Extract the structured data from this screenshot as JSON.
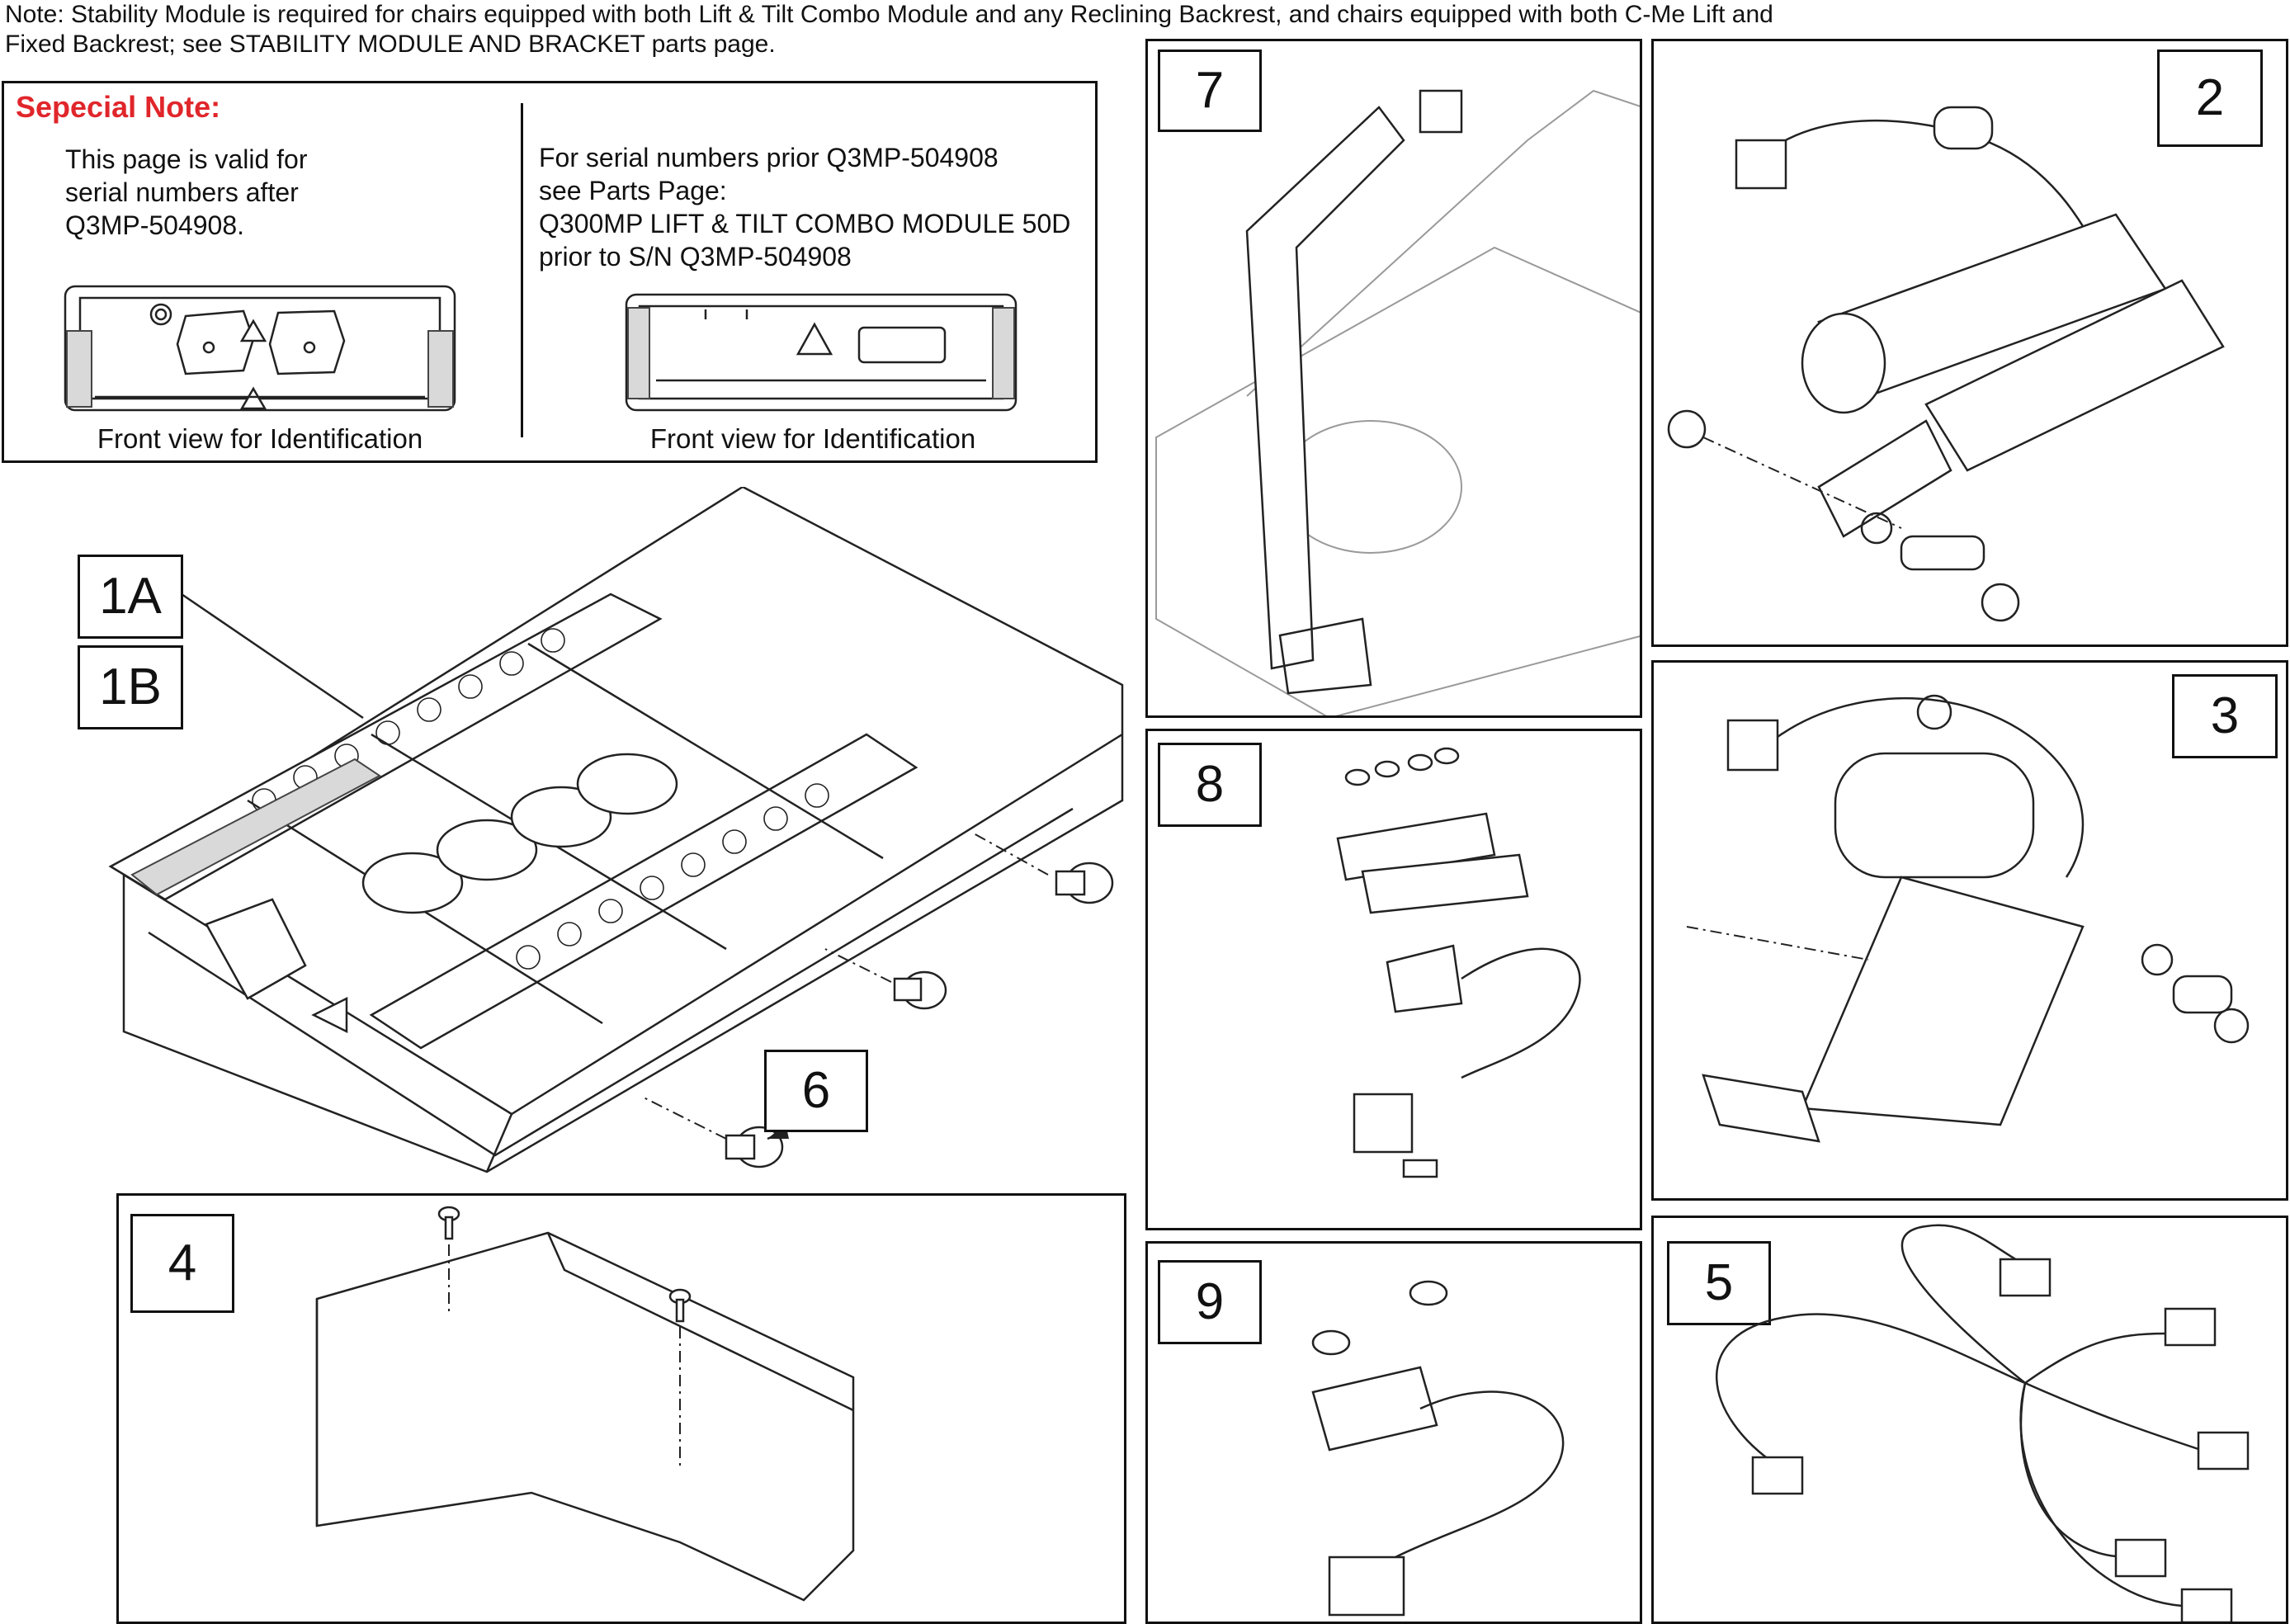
{
  "note": {
    "line1": "Note: Stability Module is required for chairs equipped with both Lift & Tilt Combo Module and any Reclining Backrest, and chairs equipped with both C-Me Lift and",
    "line2": " Fixed Backrest; see STABILITY MODULE AND BRACKET parts page."
  },
  "special_note": {
    "title": "Sepecial Note:",
    "left": {
      "lines": [
        "This page is valid for",
        "serial numbers after",
        "Q3MP-504908."
      ],
      "caption": "Front view for Identification"
    },
    "right": {
      "lines": [
        "For serial numbers prior Q3MP-504908",
        "see Parts Page:",
        "Q300MP LIFT & TILT COMBO MODULE 50D",
        "prior to S/N Q3MP-504908"
      ],
      "caption": "Front view for Identification"
    }
  },
  "callouts": {
    "c1a": "1A",
    "c1b": "1B",
    "c2": "2",
    "c3": "3",
    "c4": "4",
    "c5": "5",
    "c6": "6",
    "c7": "7",
    "c8": "8",
    "c9": "9"
  },
  "icons": [
    "warning-triangle-icon",
    "screw-icon",
    "connector-icon",
    "e-clip-icon"
  ],
  "colors": {
    "special_note_title": "#e0262b",
    "line": "#222222",
    "ghost_line": "#9a9a9a"
  }
}
